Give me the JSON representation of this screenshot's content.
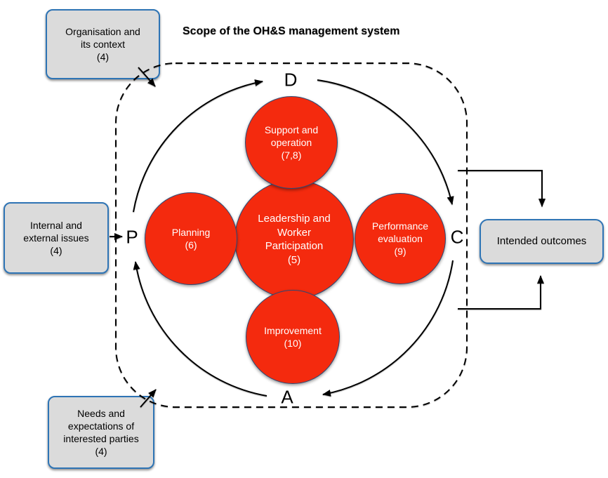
{
  "title": "Scope of the OH&S management system",
  "colors": {
    "circle_fill": "#F42A0E",
    "circle_border": "#2C4A76",
    "box_fill": "#DBDBDB",
    "box_border": "#2E74B5",
    "line": "#000000"
  },
  "external_boxes": {
    "organisation_context": {
      "lines": [
        "Organisation and",
        "its context",
        "(4)"
      ]
    },
    "internal_external_issues": {
      "lines": [
        "Internal and",
        "external issues",
        "(4)"
      ]
    },
    "needs_expectations": {
      "lines": [
        "Needs and",
        "expectations of",
        "interested parties",
        "(4)"
      ]
    },
    "intended_outcomes": {
      "lines": [
        "Intended outcomes"
      ]
    }
  },
  "circles": {
    "support_operation": {
      "lines": [
        "Support and",
        "operation",
        "(7,8)"
      ]
    },
    "planning": {
      "lines": [
        "Planning",
        "(6)"
      ]
    },
    "leadership": {
      "lines": [
        "Leadership and",
        "Worker",
        "Participation",
        "(5)"
      ]
    },
    "performance_evaluation": {
      "lines": [
        "Performance",
        "evaluation",
        "(9)"
      ]
    },
    "improvement": {
      "lines": [
        "Improvement",
        "(10)"
      ]
    }
  },
  "pdca_letters": {
    "p": "P",
    "d": "D",
    "c": "C",
    "a": "A"
  }
}
